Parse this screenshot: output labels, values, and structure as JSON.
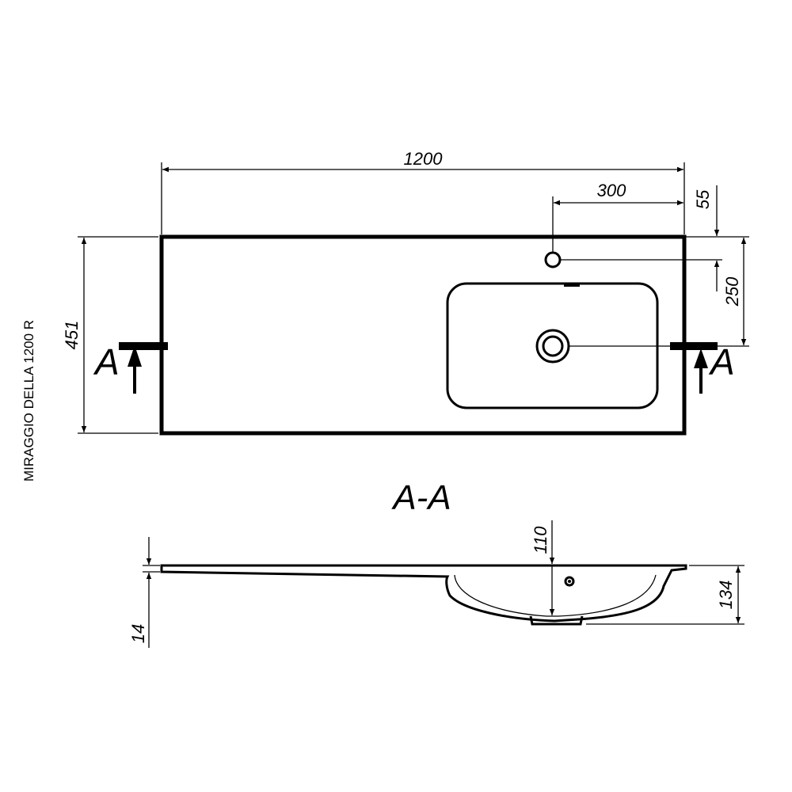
{
  "model_label": "MIRAGGIO DELLA 1200 R",
  "section_title": "A-A",
  "section_marker": "A",
  "dimensions": {
    "total_width": "1200",
    "faucet_offset": "300",
    "faucet_from_edge": "55",
    "drain_from_edge": "250",
    "depth": "451",
    "basin_height": "110",
    "total_height": "134",
    "slab_thickness": "14"
  }
}
